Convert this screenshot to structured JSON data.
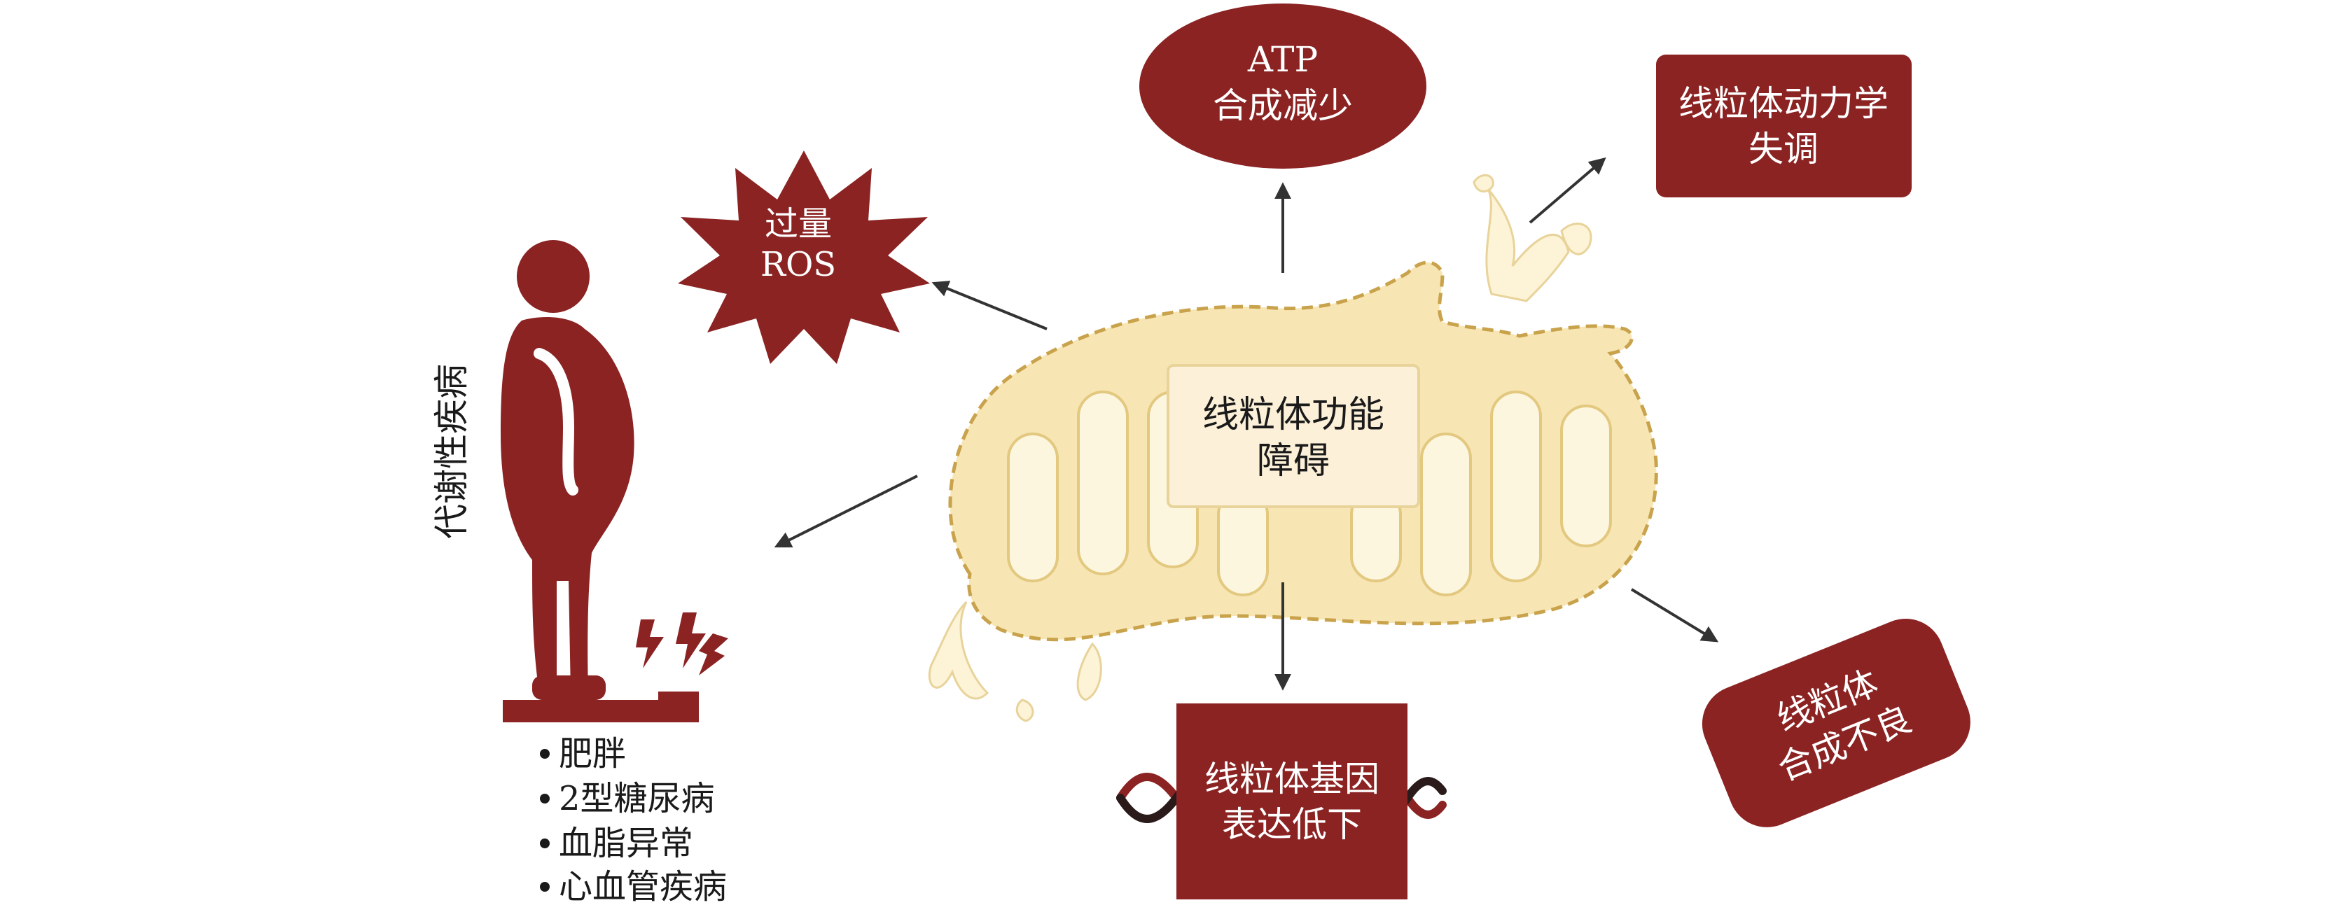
{
  "colors": {
    "accent": "#8b2323",
    "mito_fill": "#f7e6b4",
    "mito_inner": "#fdf6df",
    "mito_border": "#c9a24c",
    "center_box_fill": "#fcf1d8",
    "arrow": "#333333"
  },
  "center": {
    "line1": "线粒体功能",
    "line2": "障碍"
  },
  "outcomes": {
    "atp": {
      "line1": "ATP",
      "line2": "合成减少"
    },
    "dynamics": {
      "line1": "线粒体动力学",
      "line2": "失调"
    },
    "ros": {
      "line1": "过量",
      "line2": "ROS"
    },
    "gene": {
      "line1": "线粒体基因",
      "line2": "表达低下"
    },
    "biogenesis": {
      "line1": "线粒体",
      "line2": "合成不良"
    }
  },
  "disease": {
    "title": "代谢性疾病",
    "items": [
      "肥胖",
      "2型糖尿病",
      "血脂异常",
      "心血管疾病"
    ]
  },
  "icons": [
    "human-figure-icon",
    "scale-icon",
    "lightning-icon",
    "dna-helix-icon",
    "starburst-icon"
  ]
}
